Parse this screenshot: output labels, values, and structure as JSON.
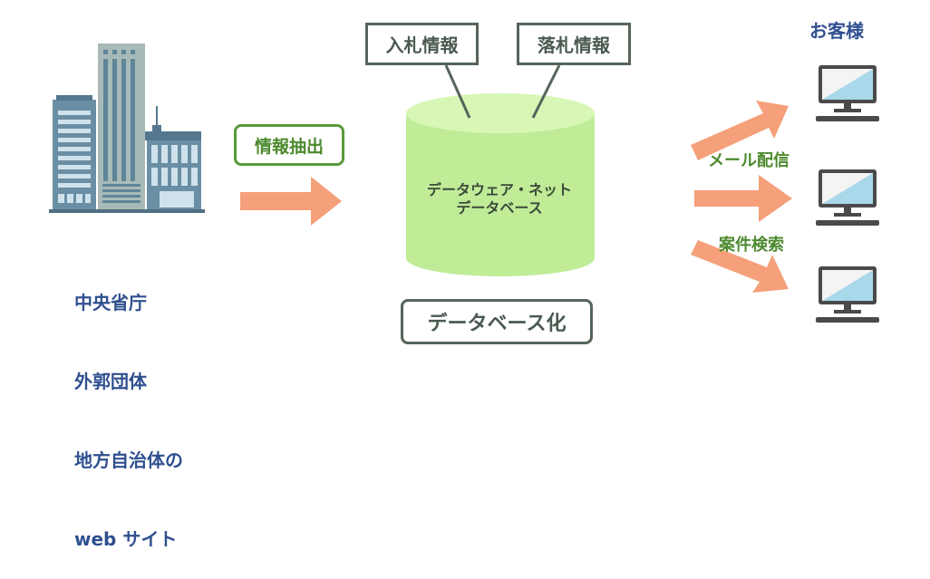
{
  "source": {
    "icon": "office-buildings-icon",
    "lines": [
      "中央省庁",
      "外郭団体",
      "地方自治体の",
      "web サイト"
    ]
  },
  "extraction": {
    "label": "情報抽出",
    "arrow_icon": "arrow-right-icon"
  },
  "database": {
    "icon": "database-cylinder-icon",
    "title_lines": [
      "データウェア・ネット",
      "データベース"
    ],
    "callouts": [
      "入札情報",
      "落札情報"
    ],
    "caption": "データベース化"
  },
  "delivery": {
    "routes": [
      "メール配信",
      "案件検索"
    ]
  },
  "customers": {
    "title": "お客様",
    "device_icon": "desktop-computer-icon",
    "count": 3
  },
  "colors": {
    "arrow": "#f5a07a",
    "cylinder": "#c0ec98",
    "cylinder_top": "#d8f7b6",
    "green_text": "#4c8a2e",
    "navy_text": "#2f4f8f",
    "building": "#5c7f96"
  }
}
